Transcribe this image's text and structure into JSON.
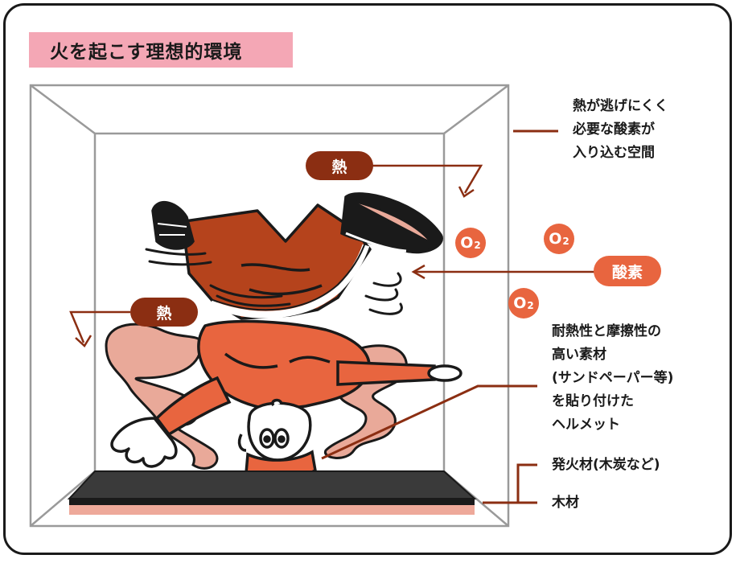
{
  "title": "火を起こす理想的環境",
  "labels": {
    "heat_1": "熱",
    "heat_2": "熱",
    "oxygen": "酸素",
    "o2_letter": "O",
    "o2_sub": "2",
    "space_line1": "熱が逃げにくく",
    "space_line2": "必要な酸素が",
    "space_line3": "入り込む空間",
    "helmet_line1": "耐熱性と摩擦性の",
    "helmet_line2": "高い素材",
    "helmet_line3": "(サンドペーパー等)",
    "helmet_line4": "を貼り付けた",
    "helmet_line5": "ヘルメット",
    "igniter": "発火材(木炭など)",
    "wood": "木材"
  },
  "colors": {
    "title_bg": "#f4a7b5",
    "heat_pill": "#8b2e12",
    "oxygen": "#e8653f",
    "pants": "#b5431c",
    "shirt": "#e8653f",
    "smoke": "#e9a999",
    "leader_line": "#8b2e12"
  }
}
